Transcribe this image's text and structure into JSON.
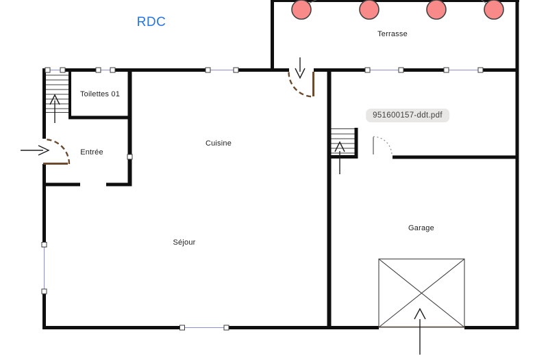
{
  "plan": {
    "floor_label": "RDC",
    "file_chip": "951600157-ddt.pdf",
    "rooms": {
      "terrasse": "Terrasse",
      "toilettes": "Toilettes 01",
      "entree": "Entrée",
      "cuisine": "Cuisine",
      "sejour": "Séjour",
      "garage": "Garage"
    }
  },
  "colors": {
    "wall": "#0f0f0f",
    "thin": "#3c3c3c",
    "door": "#6b4a2e",
    "window-line": "#8e8ed6",
    "window-square": "#3a3a3a",
    "circle-fill": "#f98a8a",
    "circle-stroke": "#404040",
    "floor-label": "#2574e8",
    "chip-bg": "#e8e7e5",
    "text": "#1c1c1c",
    "arrow": "#1e1e1e",
    "threshold": "#9b8672"
  }
}
